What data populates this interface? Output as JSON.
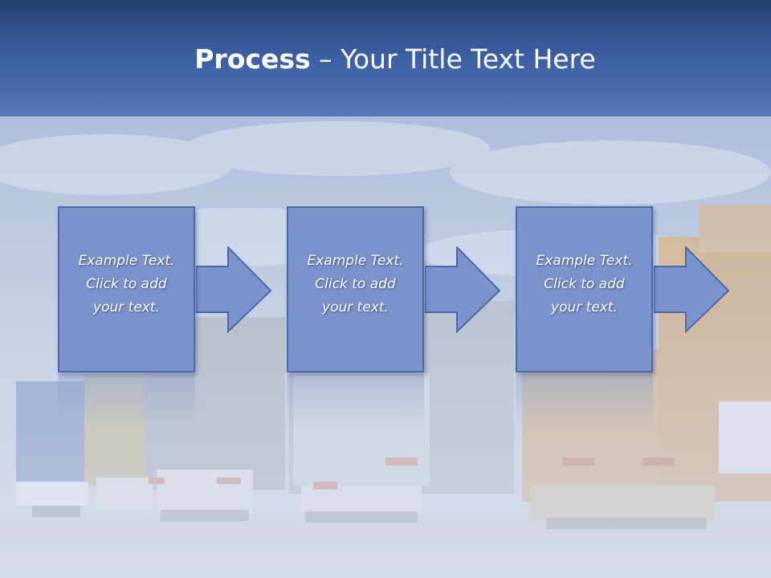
{
  "slide": {
    "title_strong": "Process",
    "title_rest": " – Your Title Text Here"
  },
  "steps": [
    {
      "lines": [
        "Example Text.",
        "Click  to add",
        "your text."
      ]
    },
    {
      "lines": [
        "Example Text.",
        "Click  to add",
        "your text."
      ]
    },
    {
      "lines": [
        "Example Text.",
        "Click  to add",
        "your text."
      ]
    }
  ],
  "colors": {
    "title_band": "#3a5da0",
    "box_fill": "#7b93cc",
    "box_border": "#4d68a8",
    "text": "#ffffff"
  }
}
